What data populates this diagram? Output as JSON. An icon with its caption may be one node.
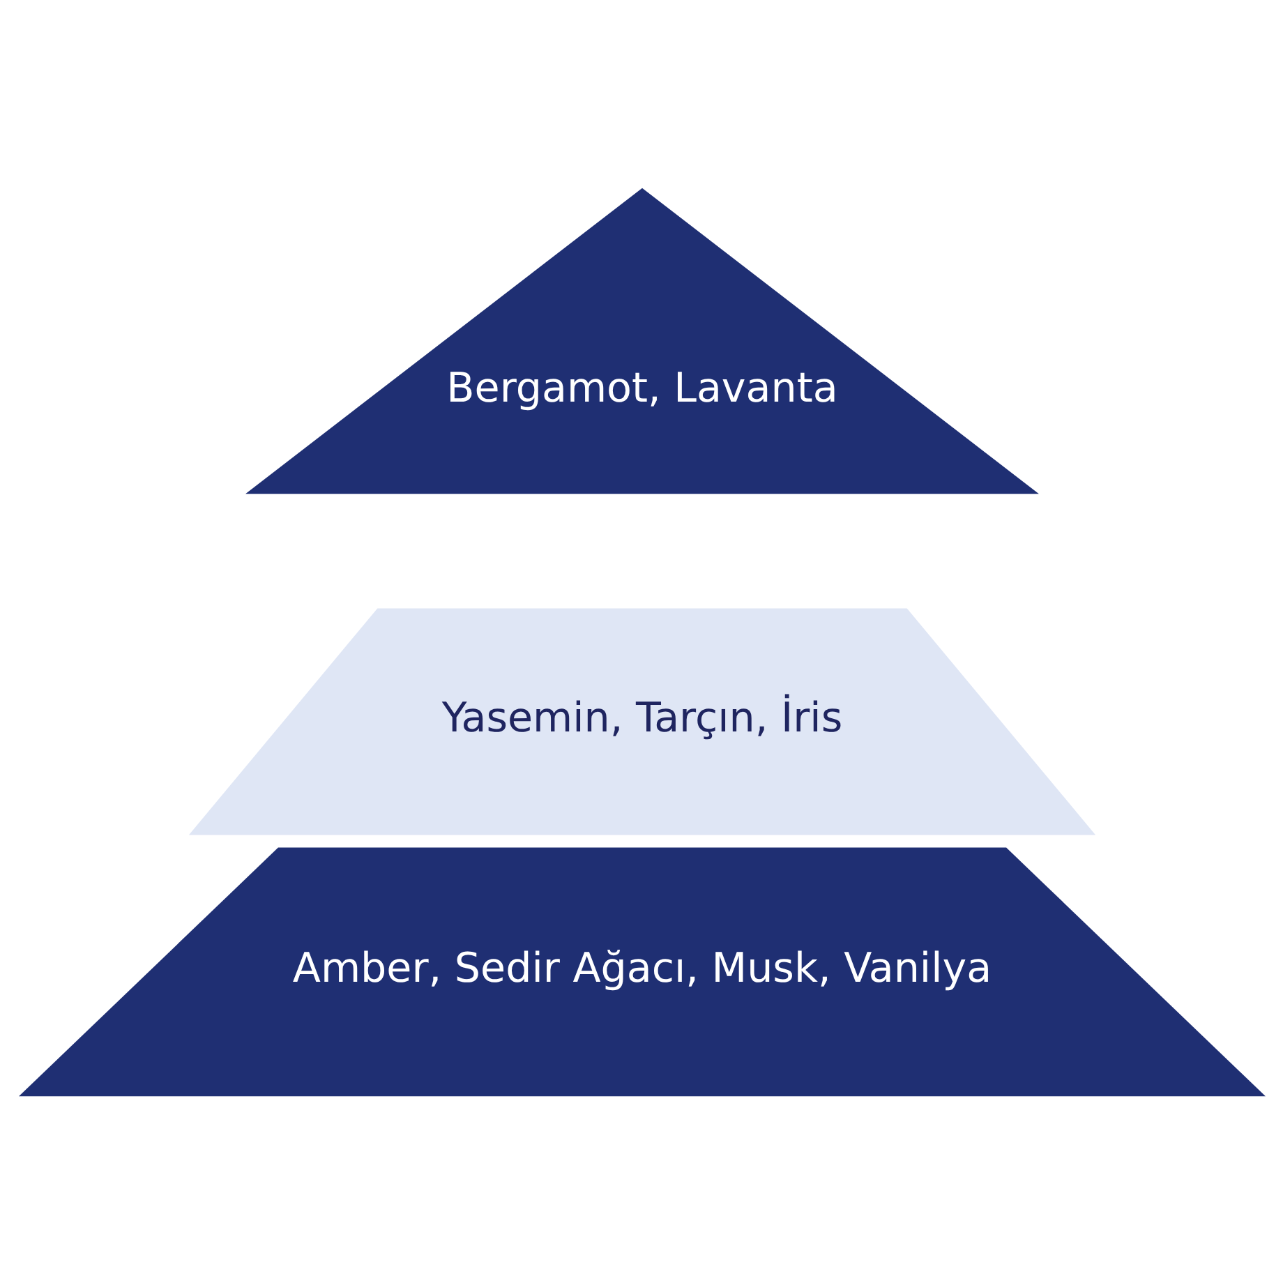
{
  "diagram": {
    "nodes": [
      {
        "text": [
          "Bergamot, Lavanta"
        ]
      },
      {
        "text": [
          "Yasemin, Tarçın, İris"
        ]
      },
      {
        "text": [
          "Amber, Sedir Ağacı, Musk, Vanilya"
        ]
      }
    ],
    "edges": []
  }
}
